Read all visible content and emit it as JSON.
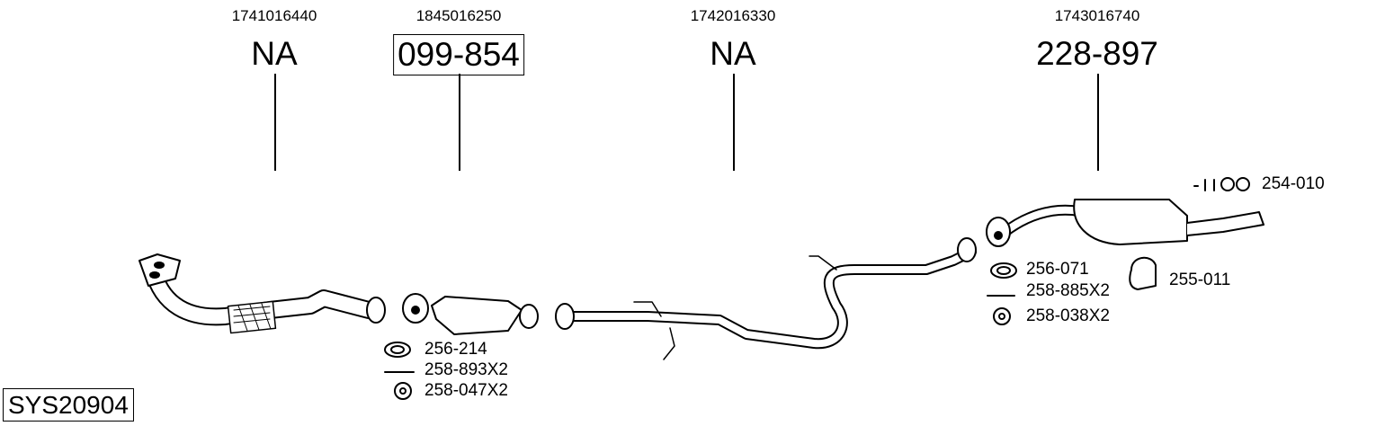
{
  "system_id": "SYS20904",
  "parts": [
    {
      "oe_number": "1741016440",
      "part_number": "NA",
      "boxed": false
    },
    {
      "oe_number": "1845016250",
      "part_number": "099-854",
      "boxed": true
    },
    {
      "oe_number": "1742016330",
      "part_number": "NA",
      "boxed": false
    },
    {
      "oe_number": "1743016740",
      "part_number": "228-897",
      "boxed": false
    }
  ],
  "accessories": {
    "cat": [
      "256-214",
      "258-893X2",
      "258-047X2"
    ],
    "rear": [
      "256-071",
      "258-885X2",
      "258-038X2"
    ],
    "hanger": "255-011",
    "mount_kit": "254-010"
  }
}
